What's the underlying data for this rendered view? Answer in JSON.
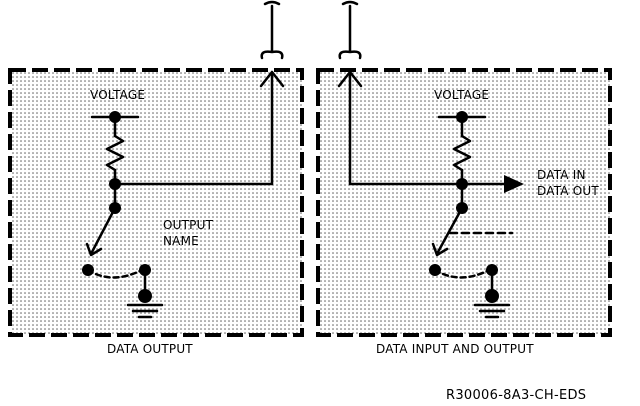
{
  "diagram": {
    "panel_left": {
      "caption": "DATA OUTPUT",
      "voltage_label": "VOLTAGE",
      "output_label_line1": "OUTPUT",
      "output_label_line2": "NAME"
    },
    "panel_right": {
      "caption": "DATA INPUT AND OUTPUT",
      "voltage_label": "VOLTAGE",
      "data_label_line1": "DATA IN",
      "data_label_line2": "DATA OUT"
    },
    "figure_id": "R30006-8A3-CH-EDS"
  }
}
